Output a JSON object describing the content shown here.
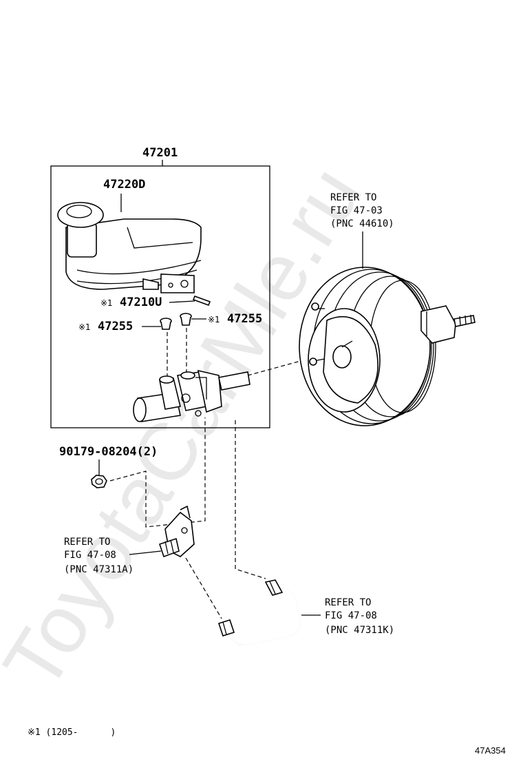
{
  "watermark": "ToyotaCarMle.ru",
  "assembly": {
    "number": "47201"
  },
  "parts": {
    "reservoir": "47220D",
    "pin": "47210U",
    "grommet_left": "47255",
    "grommet_right": "47255",
    "nut": "90179-08204(2)"
  },
  "marks": {
    "pin": "※1",
    "grommet_left": "※1",
    "grommet_right": "※1"
  },
  "references": {
    "booster": [
      "REFER TO",
      "FIG 47-03",
      "(PNC 44610)"
    ],
    "bracket": [
      "REFER TO",
      "FIG 47-08",
      "(PNC 47311A)"
    ],
    "tube": [
      "REFER TO",
      "FIG 47-08",
      "(PNC 47311K)"
    ]
  },
  "footnote": "※1 (1205-      )",
  "figure_id": "47A354"
}
